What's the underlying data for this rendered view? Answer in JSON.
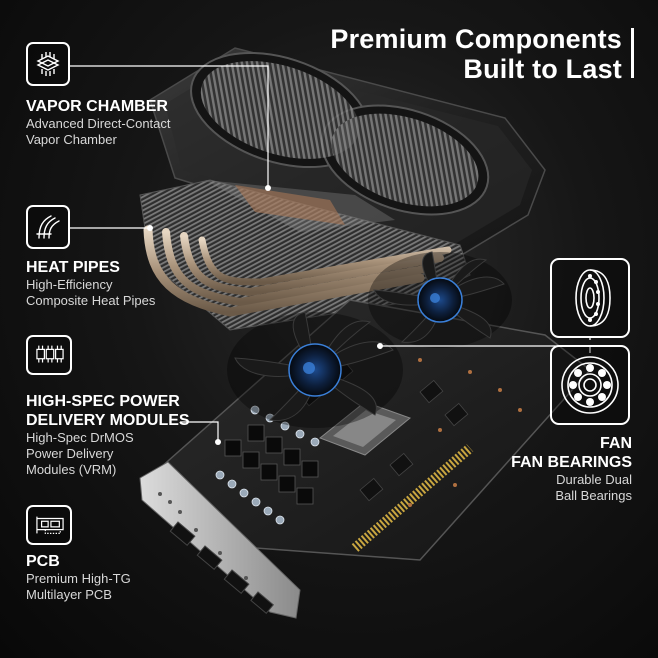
{
  "headline": {
    "line1": "Premium Components",
    "line2": "Built to Last"
  },
  "features": [
    {
      "icon": "vapor-chamber-icon",
      "title": "VAPOR CHAMBER",
      "desc_line1": "Advanced Direct-Contact",
      "desc_line2": "Vapor Chamber"
    },
    {
      "icon": "heat-pipes-icon",
      "title": "HEAT PIPES",
      "desc_line1": "High-Efficiency",
      "desc_line2": "Composite Heat Pipes"
    },
    {
      "icon": "power-modules-icon",
      "title_line1": "HIGH-SPEC POWER",
      "title_line2": "DELIVERY MODULES",
      "desc_line1": "High-Spec DrMOS",
      "desc_line2": "Power Delivery",
      "desc_line3": "Modules (VRM)"
    },
    {
      "icon": "pcb-icon",
      "title": "PCB",
      "desc_line1": "Premium High-TG",
      "desc_line2": "Multilayer PCB"
    }
  ],
  "fan": {
    "title_line1": "FAN",
    "title_line2": "FAN BEARINGS",
    "desc_line1": "Durable Dual",
    "desc_line2": "Ball Bearings",
    "icons": [
      "ball-bearing-side-icon",
      "ball-bearing-front-icon"
    ]
  },
  "colors": {
    "background": "#111111",
    "text": "#ffffff",
    "pcb": "#1e1e1e",
    "heatsink": "#6d6d6d",
    "heatpipe": "#b8a48e",
    "fan_hub_accent": "#3a7fd8"
  }
}
